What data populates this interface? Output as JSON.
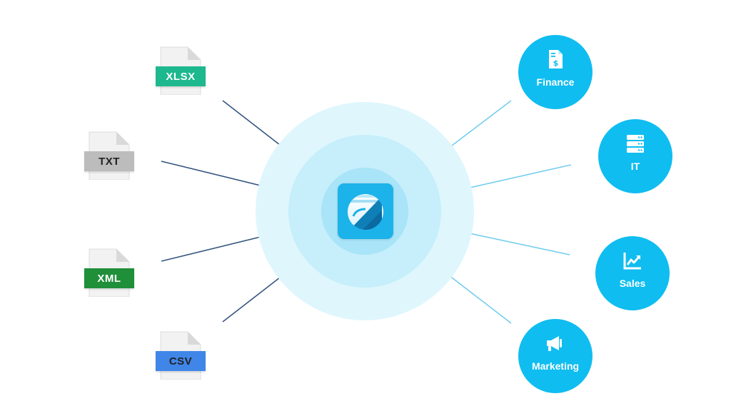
{
  "files": [
    {
      "id": "xlsx",
      "label": "XLSX",
      "color": "#1db88e",
      "text_color": "#ffffff"
    },
    {
      "id": "txt",
      "label": "TXT",
      "color": "#bcbcbc",
      "text_color": "#222222"
    },
    {
      "id": "xml",
      "label": "XML",
      "color": "#1f8f3a",
      "text_color": "#ffffff"
    },
    {
      "id": "csv",
      "label": "CSV",
      "color": "#3f86e8",
      "text_color": "#222222"
    }
  ],
  "hub": {
    "icon": "app-logo-icon",
    "color": "#1cb2ea"
  },
  "departments": [
    {
      "id": "finance",
      "label": "Finance",
      "icon": "invoice-dollar-icon"
    },
    {
      "id": "it",
      "label": "IT",
      "icon": "server-icon"
    },
    {
      "id": "sales",
      "label": "Sales",
      "icon": "trending-chart-icon"
    },
    {
      "id": "marketing",
      "label": "Marketing",
      "icon": "megaphone-icon"
    }
  ],
  "colors": {
    "department_circle": "#0fbdf0",
    "line_left": "#2f4f7a",
    "line_right": "#6ccbef",
    "ring_outer": "#dff6fd",
    "ring_mid": "#c6eefb",
    "ring_inner": "#a9e4f8"
  }
}
